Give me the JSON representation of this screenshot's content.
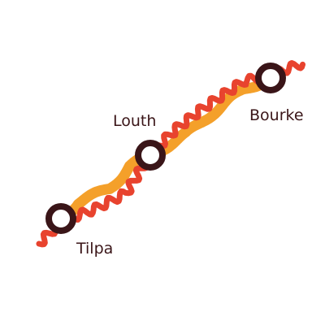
{
  "colors": {
    "background": "#ffffff",
    "line_orange": "#f4a02a",
    "line_red": "#e8432e",
    "station_ring": "#3a1518",
    "station_fill": "#ffffff",
    "label_text": "#3a1518"
  },
  "stations": [
    {
      "id": "tilpa",
      "name": "Tilpa"
    },
    {
      "id": "louth",
      "name": "Louth"
    },
    {
      "id": "bourke",
      "name": "Bourke"
    }
  ],
  "lines": [
    {
      "id": "orange-line",
      "color": "#f4a02a",
      "style": "gentle-wave"
    },
    {
      "id": "red-line",
      "color": "#e8432e",
      "style": "tight-wave"
    }
  ]
}
